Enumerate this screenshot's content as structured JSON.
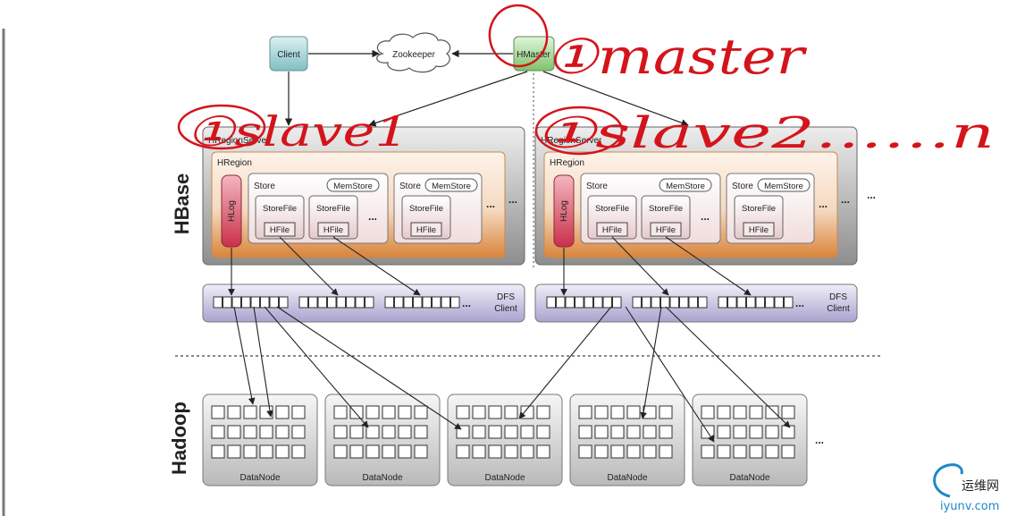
{
  "nodes": {
    "client": "Client",
    "zookeeper": "Zookeeper",
    "hmaster": "HMaster"
  },
  "handwriting": {
    "master": "①master",
    "slave1": "①slave1",
    "slave2": "①slave2……n"
  },
  "side_labels": {
    "hbase": "HBase",
    "hadoop": "Hadoop"
  },
  "region_server": {
    "title": "HRegionServer",
    "region": "HRegion",
    "hlog": "HLog",
    "store": "Store",
    "memstore": "MemStore",
    "storefile": "StoreFile",
    "hfile": "HFile",
    "ellipsis": "..."
  },
  "dfs_client": {
    "label_line1": "DFS",
    "label_line2": "Client"
  },
  "datanode": {
    "label": "DataNode",
    "count": 5
  },
  "watermark": {
    "name": "运维网",
    "url": "iyunv.com"
  },
  "colors": {
    "client_box": "#a9d6d9",
    "hmaster_box": "#a6d69a",
    "hlog": "#d9556c",
    "region_border": "#e0a060",
    "dfs_client": "#c4bedf",
    "annotation": "#d4141b"
  }
}
